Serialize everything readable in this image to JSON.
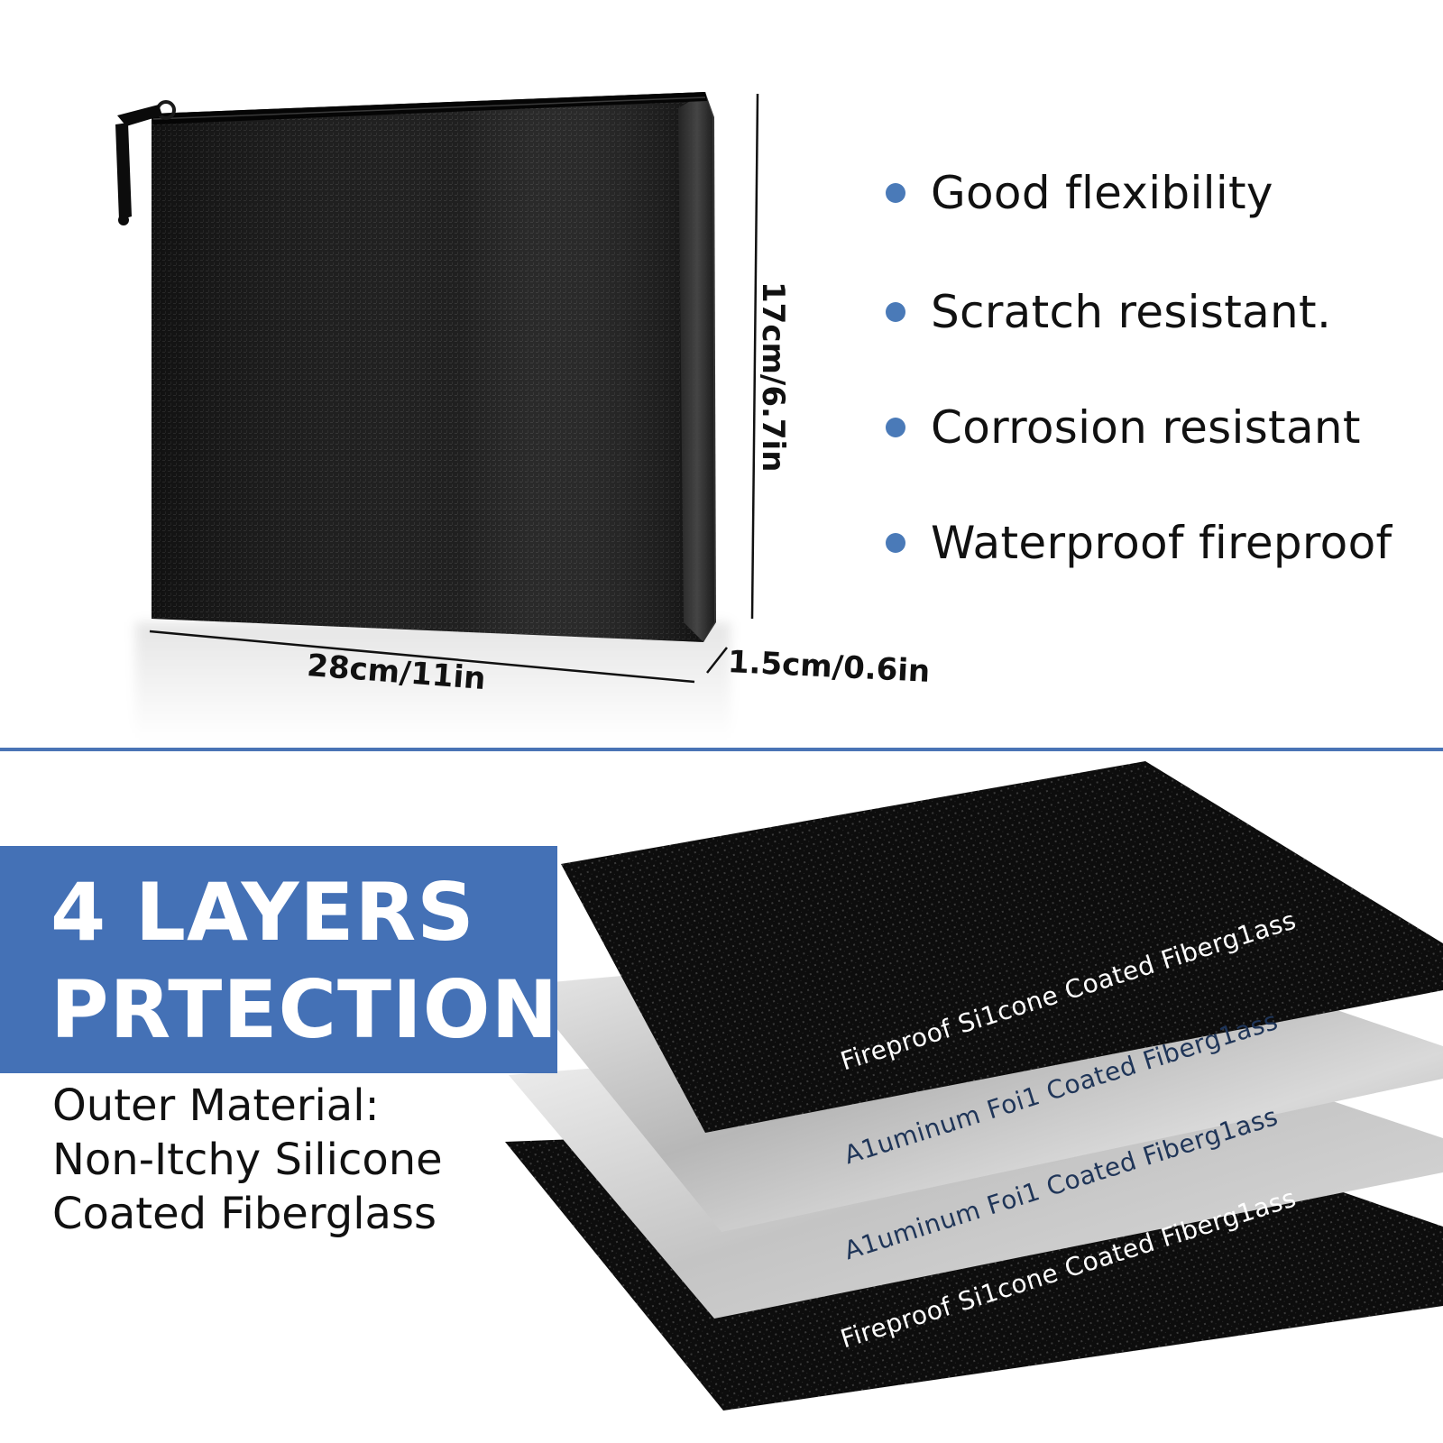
{
  "dimensions": {
    "width": "28cm/11in",
    "height": "17cm/6.7in",
    "depth": "1.5cm/0.6in"
  },
  "features": [
    "Good flexibility",
    "Scratch resistant.",
    "Corrosion resistant",
    "Waterproof fireproof"
  ],
  "banner": {
    "line1": "4 LAYERS",
    "line2": "PRTECTION"
  },
  "material": {
    "line1": "Outer Material:",
    "line2": "Non-Itchy Silicone",
    "line3": "Coated Fiberglass"
  },
  "layers": [
    "Fireproof Si1cone Coated Fiberg1ass",
    "A1uminum Foi1 Coated Fiberg1ass",
    "A1uminum Foi1 Coated Fiberg1ass",
    "Fireproof Si1cone Coated Fiberg1ass"
  ],
  "colors": {
    "accent": "#4471b6",
    "bullet": "#4a7ab8",
    "layer_black": "#0d0d0d",
    "layer_foil": "#c9c9c9"
  }
}
